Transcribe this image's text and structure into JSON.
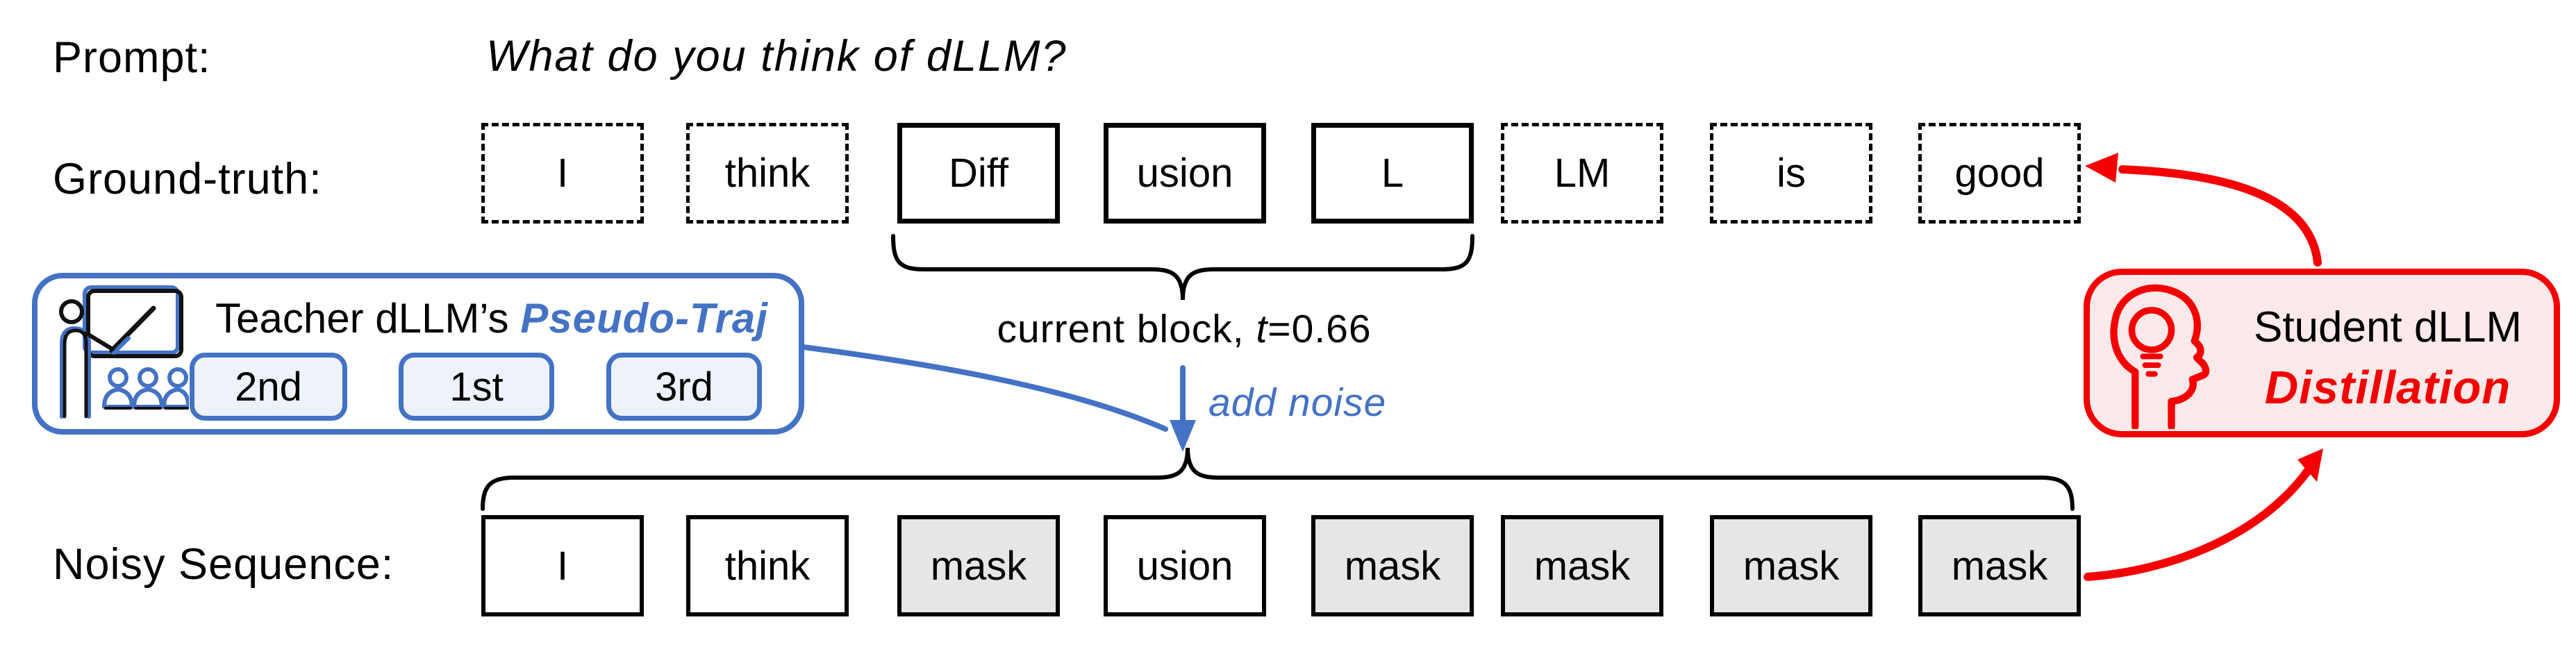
{
  "figure": {
    "prompt": {
      "label": "Prompt:",
      "text": "What do you think of dLLM?"
    },
    "ground_truth": {
      "label": "Ground-truth:",
      "tokens": [
        {
          "text": "I",
          "style": "dashed"
        },
        {
          "text": "think",
          "style": "dashed"
        },
        {
          "text": "Diff",
          "style": "solid"
        },
        {
          "text": "usion",
          "style": "solid"
        },
        {
          "text": "L",
          "style": "solid"
        },
        {
          "text": "LM",
          "style": "dashed"
        },
        {
          "text": "is",
          "style": "dashed"
        },
        {
          "text": "good",
          "style": "dashed"
        }
      ]
    },
    "current_block": {
      "prefix": "current block, ",
      "var": "t",
      "suffix": "=0.66"
    },
    "add_noise_label": "add noise",
    "teacher": {
      "title_black": "Teacher dLLM’s ",
      "title_blue": "Pseudo-Traj",
      "trajectory_labels": [
        "2nd",
        "1st",
        "3rd"
      ],
      "icon": "teacher-presenting-icon"
    },
    "noisy_sequence": {
      "label": "Noisy Sequence:",
      "tokens": [
        {
          "text": "I",
          "masked": false
        },
        {
          "text": "think",
          "masked": false
        },
        {
          "text": "mask",
          "masked": true
        },
        {
          "text": "usion",
          "masked": false
        },
        {
          "text": "mask",
          "masked": true
        },
        {
          "text": "mask",
          "masked": true
        },
        {
          "text": "mask",
          "masked": true
        },
        {
          "text": "mask",
          "masked": true
        }
      ]
    },
    "student": {
      "title": "Student dLLM",
      "subtitle": "Distillation",
      "icon": "head-lightbulb-icon"
    },
    "colors": {
      "accent_blue": "#4472C4",
      "light_blue_fill": "#EEF2FB",
      "accent_red": "#F40000",
      "light_red_fill": "#FCE9E9",
      "mask_gray": "#E7E6E6",
      "black": "#000000"
    }
  }
}
